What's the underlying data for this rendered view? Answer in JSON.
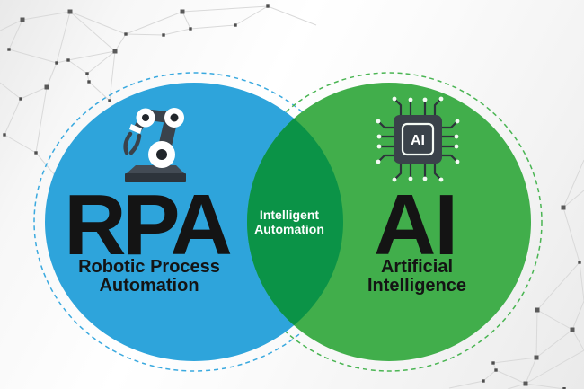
{
  "venn": {
    "left": {
      "acronym": "RPA",
      "sublabel": [
        "Robotic Process",
        "Automation"
      ]
    },
    "right": {
      "acronym": "AI",
      "sublabel": [
        "Artificial",
        "Intelligence"
      ],
      "chip_label": "AI"
    },
    "overlap": {
      "label": [
        "Intelligent",
        "Automation"
      ]
    }
  },
  "colors": {
    "blue": "#2EA4DB",
    "blue_ring": "#3AA9DF",
    "green": "#41AE4B",
    "green_ring": "#4AB553",
    "overlap_green": "#0B9347",
    "title_text": "#141414",
    "overlap_text": "#FFFFFF",
    "icon_body": "#3A424A",
    "icon_dark": "#2D343B",
    "icon_light": "#434B54",
    "icon_accent": "#F4FAF4"
  }
}
